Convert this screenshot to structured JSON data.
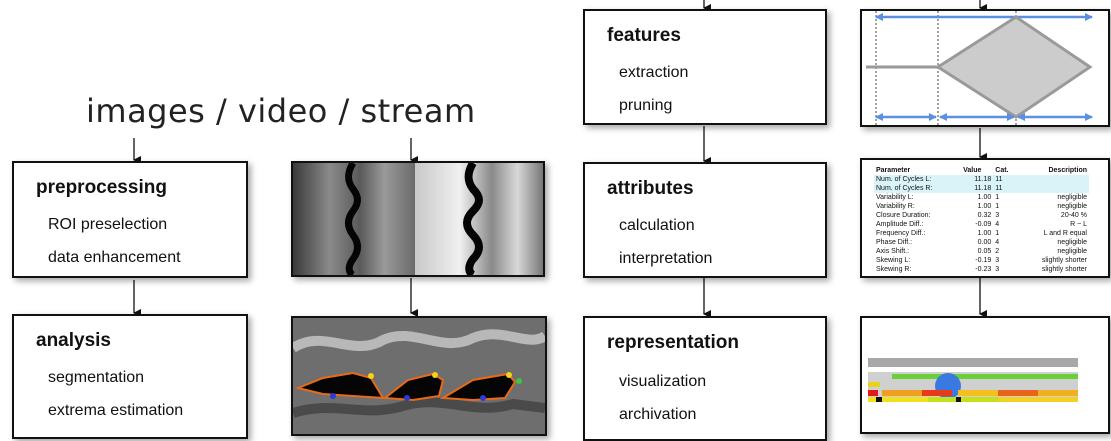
{
  "heading": "images / video / stream",
  "boxes": {
    "preprocessing": {
      "title": "preprocessing",
      "items": [
        "ROI preselection",
        "data enhancement"
      ]
    },
    "analysis": {
      "title": "analysis",
      "items": [
        "segmentation",
        "extrema estimation"
      ]
    },
    "features": {
      "title": "features",
      "items": [
        "extraction",
        "pruning"
      ]
    },
    "attributes": {
      "title": "attributes",
      "items": [
        "calculation",
        "interpretation"
      ]
    },
    "representation": {
      "title": "representation",
      "items": [
        "visualization",
        "archivation"
      ]
    }
  },
  "table": {
    "headers": [
      "Parameter",
      "Value",
      "Cat.",
      "Description"
    ],
    "rows": [
      [
        "Num. of Cycles L:",
        "11.18",
        "11",
        ""
      ],
      [
        "Num. of Cycles R:",
        "11.18",
        "11",
        ""
      ],
      [
        "Variability L:",
        "1.00",
        "1",
        "negligible"
      ],
      [
        "Variability R:",
        "1.00",
        "1",
        "negligible"
      ],
      [
        "Closure Duration:",
        "0.32",
        "3",
        "20-40 %"
      ],
      [
        "Amplitude Diff.:",
        "-0.09",
        "4",
        "R ~ L"
      ],
      [
        "Frequency Diff.:",
        "1.00",
        "1",
        "L and R equal"
      ],
      [
        "Phase Diff.:",
        "0.00",
        "4",
        "negligible"
      ],
      [
        "Axis Shift.:",
        "0.05",
        "2",
        "negligible"
      ],
      [
        "Skewing L:",
        "-0.19",
        "3",
        "slightly shorter"
      ],
      [
        "Skewing R:",
        "-0.23",
        "3",
        "slightly shorter"
      ]
    ]
  },
  "colors": {
    "arrow": "#111111",
    "accent_blue": "#5b8fe0",
    "diamond_fill": "#cccccc",
    "table_highlight": "#d8f4f8"
  }
}
